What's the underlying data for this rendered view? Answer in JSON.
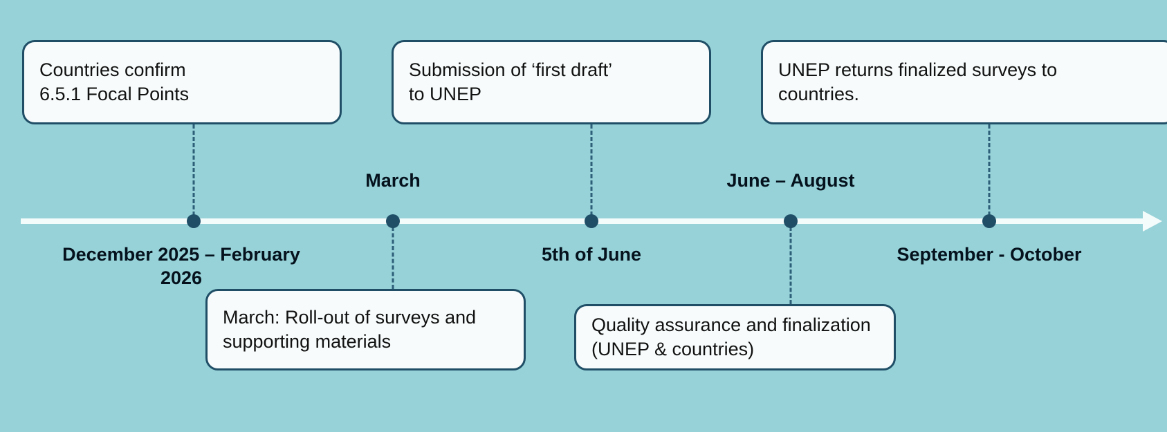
{
  "diagram": {
    "type": "timeline",
    "title": "",
    "background_color": "#96d2d8",
    "axis_color": "#f4fbfb",
    "marker_color": "#1f4e66",
    "card_fill": "#f7fbfb",
    "card_border": "#1f4e66",
    "milestones": [
      {
        "id": "m1",
        "axis_label": "December 2025 – February\n2026",
        "axis_label_position": "below",
        "card_text": "Countries confirm\n6.5.1 Focal Points",
        "card_position": "above"
      },
      {
        "id": "m2",
        "axis_label": "March",
        "axis_label_position": "above",
        "card_text": "March: Roll-out of surveys and\nsupporting materials",
        "card_position": "below"
      },
      {
        "id": "m3",
        "axis_label": "5th of June",
        "axis_label_position": "below",
        "card_text": "Submission of ‘first draft’\nto UNEP",
        "card_position": "above"
      },
      {
        "id": "m4",
        "axis_label": "June – August",
        "axis_label_position": "above",
        "card_text": "Quality assurance and finalization\n(UNEP & countries)",
        "card_position": "below"
      },
      {
        "id": "m5",
        "axis_label": "September - October",
        "axis_label_position": "below",
        "card_text": "UNEP returns finalized surveys to\ncountries.",
        "card_position": "above"
      }
    ]
  }
}
